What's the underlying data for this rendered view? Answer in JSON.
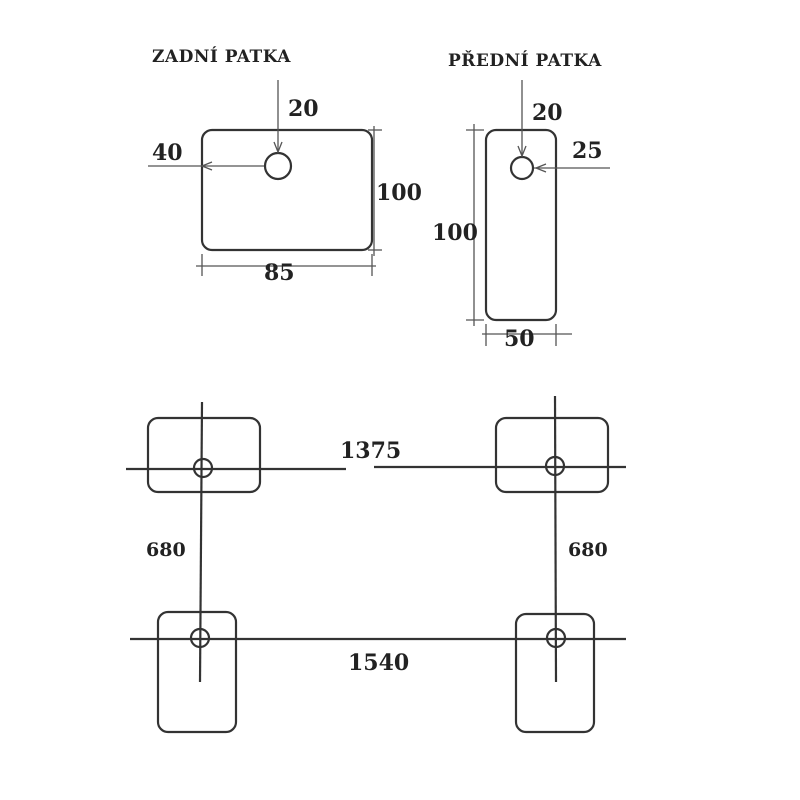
{
  "rear_foot": {
    "title": "ZADNÍ PATKA",
    "hole_offset_top": "20",
    "hole_offset_side": "40",
    "height": "100",
    "width": "85"
  },
  "front_foot": {
    "title": "PŘEDNÍ PATKA",
    "hole_offset_top": "20",
    "hole_offset_side": "25",
    "height": "100",
    "width": "50"
  },
  "layout": {
    "rear_span": "1375",
    "front_span": "1540",
    "left_spacing": "680",
    "right_spacing": "680"
  }
}
